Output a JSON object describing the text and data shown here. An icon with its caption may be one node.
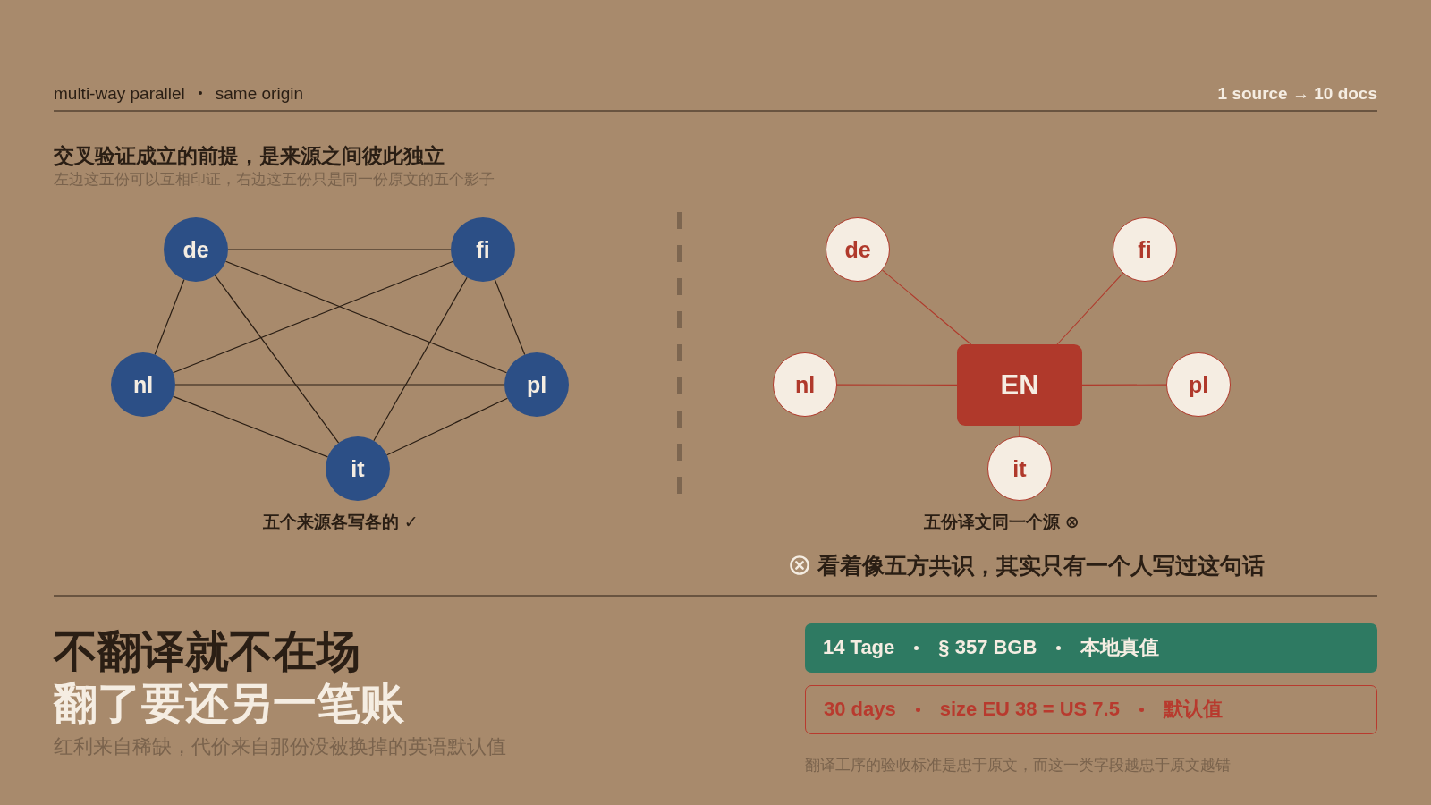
{
  "diagram": {
    "title": "交叉验证成立的前提，是来源之间彼此独立",
    "nodes": [
      {
        "text": [
          "de"
        ]
      },
      {
        "text": [
          "fi"
        ]
      },
      {
        "text": [
          "nl"
        ]
      },
      {
        "text": [
          "pl"
        ]
      },
      {
        "text": [
          "it"
        ]
      },
      {
        "text": [
          "de"
        ]
      },
      {
        "text": [
          "fi"
        ]
      },
      {
        "text": [
          "nl"
        ]
      },
      {
        "text": [
          "EN"
        ]
      },
      {
        "text": [
          "pl"
        ]
      },
      {
        "text": [
          "it"
        ]
      },
      {
        "text": [
          "14 Tage",
          "§ 357 BGB",
          "本地真值"
        ]
      },
      {
        "text": [
          "30 days",
          "size EU 38 = US 7.5",
          "默认值"
        ]
      }
    ],
    "edges": [
      {
        "from": 0,
        "to": 1,
        "arrow": "none"
      },
      {
        "from": 0,
        "to": 2,
        "arrow": "none"
      },
      {
        "from": 0,
        "to": 3,
        "arrow": "none"
      },
      {
        "from": 0,
        "to": 4,
        "arrow": "none"
      },
      {
        "from": 1,
        "to": 2,
        "arrow": "none"
      },
      {
        "from": 1,
        "to": 3,
        "arrow": "none"
      },
      {
        "from": 1,
        "to": 4,
        "arrow": "none"
      },
      {
        "from": 2,
        "to": 3,
        "arrow": "none"
      },
      {
        "from": 2,
        "to": 4,
        "arrow": "none"
      },
      {
        "from": 3,
        "to": 4,
        "arrow": "none"
      },
      {
        "from": 8,
        "to": 5,
        "arrow": "none",
        "color": "#b0392b"
      },
      {
        "from": 8,
        "to": 6,
        "arrow": "none",
        "color": "#b0392b"
      },
      {
        "from": 8,
        "to": 7,
        "arrow": "none",
        "color": "#b0392b"
      },
      {
        "from": 8,
        "to": 9,
        "arrow": "none",
        "color": "#b0392b"
      },
      {
        "from": 8,
        "to": 10,
        "arrow": "none",
        "color": "#b0392b"
      }
    ],
    "labels": [
      "multi-way parallel",
      "same origin",
      "1 source → 10 docs",
      "左边这五份可以互相印证，右边这五份只是同一份原文的五个影子",
      "五个来源各写各的 ✓",
      "五份译文同一个源 ⊗",
      "看着像五方共识，其实只有一个人写过这句话",
      "不翻译就不在场",
      "翻了要还另一笔账",
      "红利来自稀缺，代价来自那份没被换掉的英语默认值",
      "翻译工序的验收标准是忠于原文，而这一类字段越忠于原文越错"
    ]
  }
}
